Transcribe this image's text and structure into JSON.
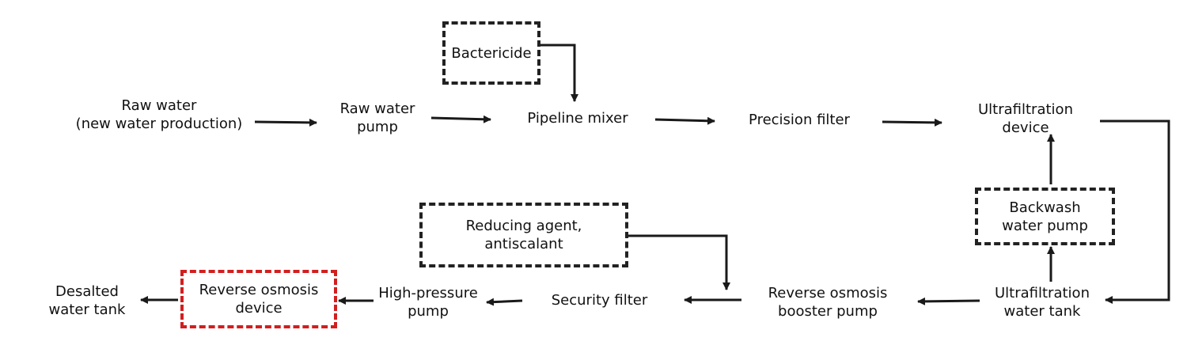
{
  "diagram": {
    "nodes": {
      "raw_water": {
        "line1": "Raw water",
        "line2": "(new water production)"
      },
      "raw_water_pump": {
        "line1": "Raw water",
        "line2": "pump"
      },
      "bactericide": {
        "line1": "Bactericide"
      },
      "pipeline_mixer": {
        "line1": "Pipeline mixer"
      },
      "precision_filter": {
        "line1": "Precision filter"
      },
      "ultrafiltration_device": {
        "line1": "Ultrafiltration",
        "line2": "device"
      },
      "backwash_pump": {
        "line1": "Backwash",
        "line2": "water pump"
      },
      "ultrafiltration_tank": {
        "line1": "Ultrafiltration",
        "line2": "water tank"
      },
      "ro_booster_pump": {
        "line1": "Reverse osmosis",
        "line2": "booster pump"
      },
      "reducing_agent": {
        "line1": "Reducing agent,",
        "line2": "antiscalant"
      },
      "security_filter": {
        "line1": "Security filter"
      },
      "high_pressure_pump": {
        "line1": "High-pressure",
        "line2": "pump"
      },
      "ro_device": {
        "line1": "Reverse osmosis",
        "line2": "device"
      },
      "desalted_tank": {
        "line1": "Desalted",
        "line2": "water tank"
      }
    },
    "colors": {
      "line": "#1a1a1a",
      "dashed_box": "#222222",
      "highlight_box": "#d11f1f"
    }
  }
}
